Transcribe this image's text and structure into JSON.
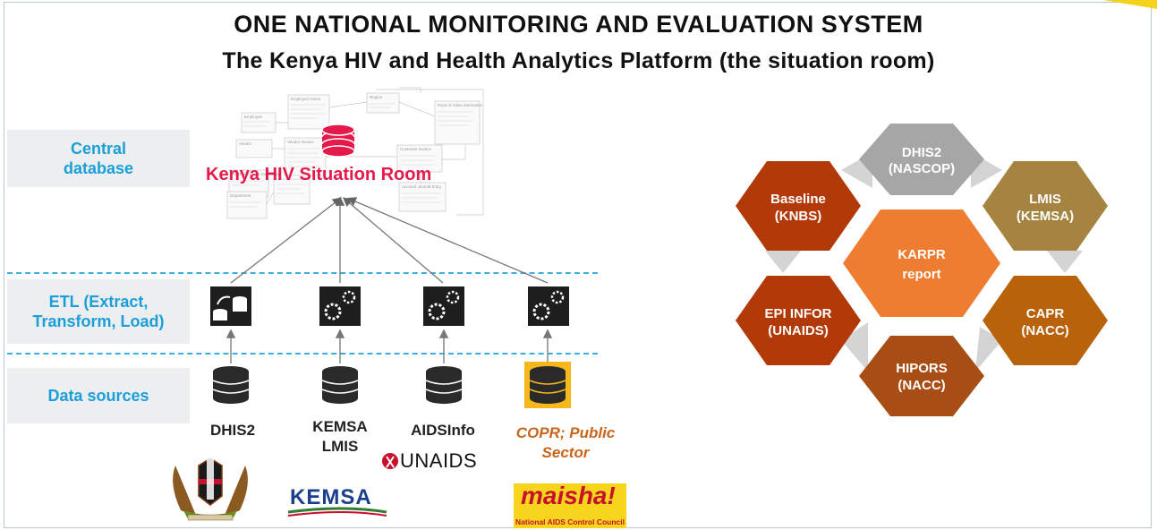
{
  "title": {
    "line1": "ONE NATIONAL MONITORING AND EVALUATION SYSTEM",
    "line2": "The Kenya HIV and Health Analytics Platform (the situation room)"
  },
  "layers": {
    "central": "Central database",
    "etl": "ETL (Extract, Transform, Load)",
    "sources": "Data sources"
  },
  "central_db_label": "Kenya HIV Situation Room",
  "schema_tables": [
    "Employee",
    "Employee Hours",
    "Region",
    "Point of Sales Estimation",
    "Vendor",
    "Vendor Invoice",
    "Customer Invoice",
    "Purchase Order Estimation",
    "Account Journal Entry",
    "Department"
  ],
  "data_sources": [
    {
      "line1": "DHIS2",
      "line2": ""
    },
    {
      "line1": "KEMSA",
      "line2": "LMIS"
    },
    {
      "line1": "AIDSInfo",
      "line2": ""
    },
    {
      "line1": "COPR; Public",
      "line2": "Sector"
    }
  ],
  "logos": {
    "unaids": "UNAIDS",
    "kemsa": "KEMSA",
    "maisha": "maisha!",
    "maisha_sub": "National AIDS Control Council"
  },
  "hexagons": {
    "center": {
      "line1": "KARPR",
      "line2": "report",
      "color": "#ee7d32"
    },
    "top": {
      "line1": "DHIS2",
      "line2": "(NASCOP)",
      "color": "#a6a6a6"
    },
    "upper_left": {
      "line1": "Baseline",
      "line2": "(KNBS)",
      "color": "#b23a08"
    },
    "upper_right": {
      "line1": "LMIS",
      "line2": "(KEMSA)",
      "color": "#a58341"
    },
    "lower_left": {
      "line1": "EPI INFOR",
      "line2": "(UNAIDS)",
      "color": "#b23a08"
    },
    "lower_right": {
      "line1": "CAPR",
      "line2": "(NACC)",
      "color": "#b8620c"
    },
    "bottom": {
      "line1": "HIPORS",
      "line2": "(NACC)",
      "color": "#a84d14"
    }
  },
  "colors": {
    "label_text": "#1a9fd8",
    "dashed_line": "#3bb0e0",
    "db_red": "#e5194b",
    "db_gold": "#f5b71a",
    "connector": "#d4d4d4"
  }
}
